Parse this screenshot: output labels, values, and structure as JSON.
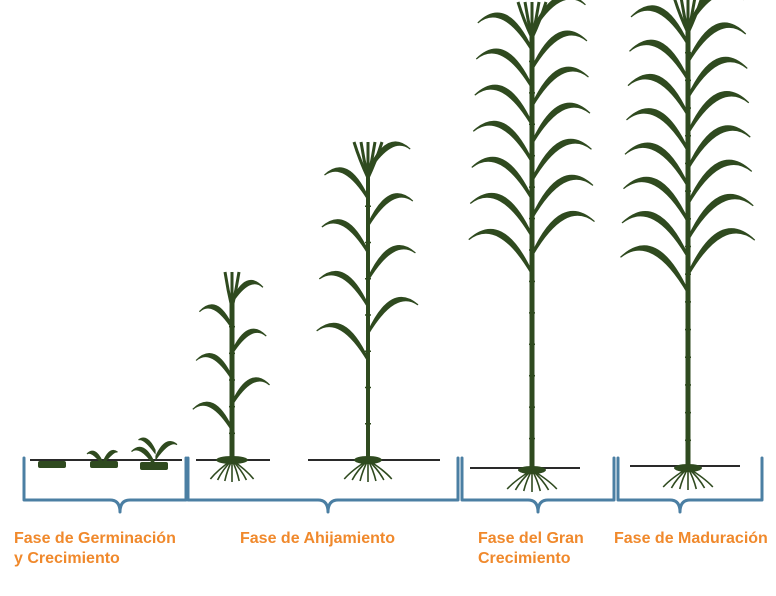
{
  "phases": [
    {
      "label": "Fase de Germinación\ny Crecimiento"
    },
    {
      "label": "Fase de Ahijamiento"
    },
    {
      "label": "Fase del Gran\nCrecimiento"
    },
    {
      "label": "Fase de Maduración"
    }
  ],
  "colors": {
    "plant": "#2f4a1f",
    "bracket": "#4b7fa3",
    "label": "#f0892c",
    "ground": "#2a2a2a"
  }
}
